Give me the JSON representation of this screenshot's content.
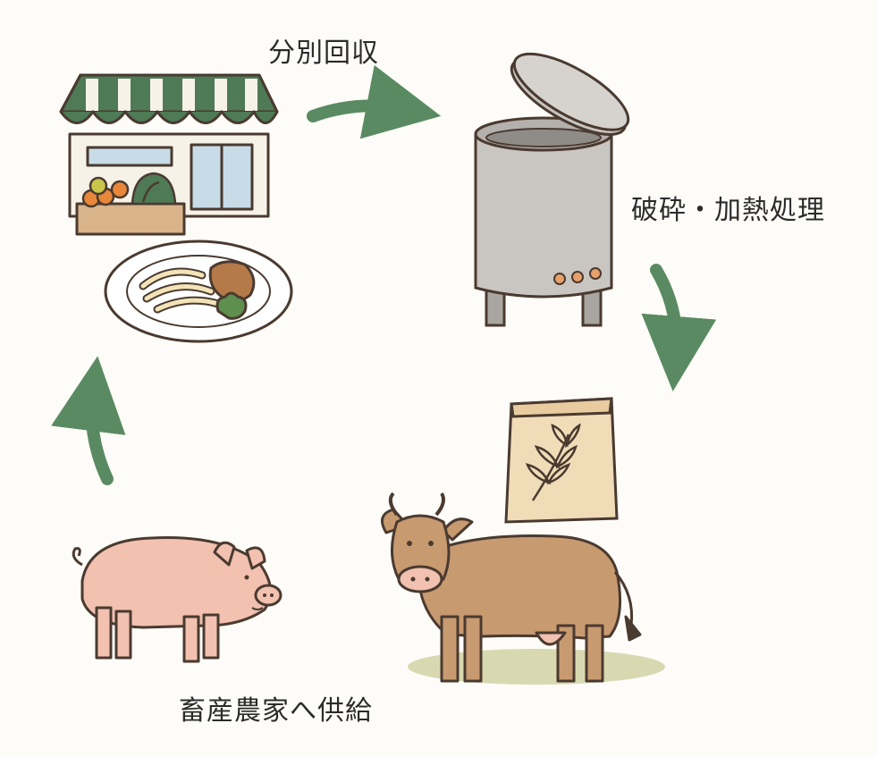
{
  "labels": {
    "collect": "分別回収",
    "process": "破砕・加熱処理",
    "supply": "畜産農家へ供給"
  },
  "colors": {
    "arrow": "#5a8a62",
    "outline": "#4a3a30",
    "awning_green": "#4e7a55",
    "tank": "#c9c6c2",
    "feed_bag": "#f1dcb8",
    "cow": "#c89a70",
    "pig": "#f2c1b0"
  },
  "icons": [
    "store-icon",
    "food-plate-icon",
    "waste-tank-icon",
    "feed-bag-icon",
    "cow-icon",
    "pig-icon"
  ]
}
